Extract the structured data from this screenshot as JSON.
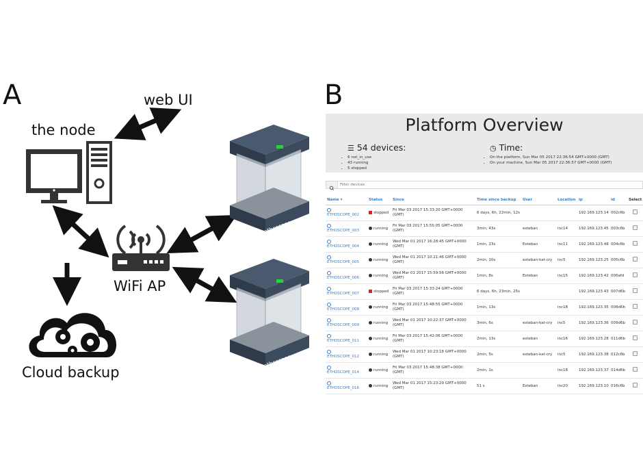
{
  "panel_a": {
    "letter": "A",
    "labels": {
      "web_ui": "web UI",
      "the_node": "the node",
      "wifi_ap": "WiFi AP",
      "cloud_backup": "Cloud backup"
    },
    "device_brand": "ethoscope"
  },
  "panel_b": {
    "letter": "B",
    "title": "Platform Overview",
    "devices_heading": "54 devices:",
    "devices_stats": [
      "6 not_in_use",
      "43 running",
      "5 stopped"
    ],
    "time_heading": "Time:",
    "time_stats": [
      "On the platform, Sun Mar 05 2017 22:36:54 GMT+0000 (GMT)",
      "On your machine, Sun Mar 05 2017 22:36:57 GMT+0000 (GMT)"
    ],
    "filter_placeholder": "Filter devices",
    "columns": [
      "Name",
      "Status",
      "Since",
      "Time since backup",
      "User",
      "Location",
      "ip",
      "id",
      "Select"
    ],
    "sort_indicator": "▾",
    "rows": [
      {
        "name": "ETHOSCOPE_002",
        "status": "stopped",
        "since": "Fri Mar 03 2017 15:33:20 GMT+0000 (GMT)",
        "backup": "6 days, 6h, 22min, 12s",
        "user": "",
        "location": "",
        "ip": "192.169.123.14",
        "id": "002c6b"
      },
      {
        "name": "ETHOSCOPE_003",
        "status": "running",
        "since": "Fri Mar 03 2017 15:55:05 GMT+0000 (GMT)",
        "backup": "3min, 43s",
        "user": "esteban",
        "location": "inc14",
        "ip": "192.169.123.45",
        "id": "003c6b"
      },
      {
        "name": "ETHOSCOPE_004",
        "status": "running",
        "since": "Wed Mar 01 2017 16:28:45 GMT+0000 (GMT)",
        "backup": "1min, 23s",
        "user": "Esteban",
        "location": "inc11",
        "ip": "192.169.123.48",
        "id": "004c6b"
      },
      {
        "name": "ETHOSCOPE_005",
        "status": "running",
        "since": "Wed Mar 01 2017 10:21:46 GMT+0000 (GMT)",
        "backup": "2min, 10s",
        "user": "esteban-kat-cry",
        "location": "inc5",
        "ip": "192.169.123.25",
        "id": "005c6b"
      },
      {
        "name": "ETHOSCOPE_006",
        "status": "running",
        "since": "Wed Mar 01 2017 15:59:56 GMT+0000 (GMT)",
        "backup": "1min, 8s",
        "user": "Esteban",
        "location": "inc15",
        "ip": "192.169.123.42",
        "id": "006afd"
      },
      {
        "name": "ETHOSCOPE_007",
        "status": "stopped",
        "since": "Fri Mar 03 2017 15:33:24 GMT+0000 (GMT)",
        "backup": "6 days, 6h, 23min, 25s",
        "user": "",
        "location": "",
        "ip": "192.169.123.43",
        "id": "007d6b"
      },
      {
        "name": "ETHOSCOPE_008",
        "status": "running",
        "since": "Fri Mar 03 2017 15:48:55 GMT+0000 (GMT)",
        "backup": "1min, 13s",
        "user": "",
        "location": "inc18",
        "ip": "192.169.123.35",
        "id": "008d6b"
      },
      {
        "name": "ETHOSCOPE_009",
        "status": "running",
        "since": "Wed Mar 01 2017 10:22:37 GMT+0000 (GMT)",
        "backup": "3min, 6s",
        "user": "esteban-kat-cry",
        "location": "inc5",
        "ip": "192.169.123.36",
        "id": "009d6b"
      },
      {
        "name": "ETHOSCOPE_011",
        "status": "running",
        "since": "Fri Mar 03 2017 15:42:06 GMT+0000 (GMT)",
        "backup": "2min, 13s",
        "user": "esteban",
        "location": "inc16",
        "ip": "192.169.123.28",
        "id": "011d6b"
      },
      {
        "name": "ETHOSCOPE_012",
        "status": "running",
        "since": "Wed Mar 01 2017 10:23:18 GMT+0000 (GMT)",
        "backup": "2min, 5s",
        "user": "esteban-kat-cry",
        "location": "inc5",
        "ip": "192.169.123.38",
        "id": "012c6b"
      },
      {
        "name": "ETHOSCOPE_014",
        "status": "running",
        "since": "Fri Mar 03 2017 15:48:38 GMT+0000 (GMT)",
        "backup": "2min, 1s",
        "user": "",
        "location": "inc18",
        "ip": "192.169.123.37",
        "id": "014d6b"
      },
      {
        "name": "ETHOSCOPE_016",
        "status": "running",
        "since": "Wed Mar 01 2017 15:23:29 GMT+0000 (GMT)",
        "backup": "51 s",
        "user": "Esteban",
        "location": "inc20",
        "ip": "192.169.123.10",
        "id": "016c6b"
      }
    ]
  }
}
